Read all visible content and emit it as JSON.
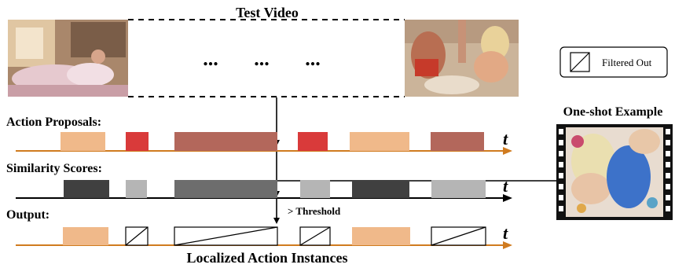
{
  "title": "Test Video",
  "ellipsis": [
    "...",
    "...",
    "..."
  ],
  "legend": {
    "label": "Filtered Out"
  },
  "rows": [
    {
      "label": "Action Proposals:"
    },
    {
      "label": "Similarity Scores:"
    },
    {
      "label": "Output:"
    }
  ],
  "time_symbol": "t",
  "threshold_label": "> Threshold",
  "one_shot_label": "One-shot Example",
  "bottom_caption": "Localized Action Instances",
  "colors": {
    "axis_orange": "#d07b1f",
    "axis_black": "#000000",
    "peach": "#f0b98a",
    "red": "#d93a3a",
    "brown": "#b3675b",
    "gray_dark": "#404040",
    "gray_light": "#b5b5b5",
    "gray_mid": "#6d6d6d"
  }
}
